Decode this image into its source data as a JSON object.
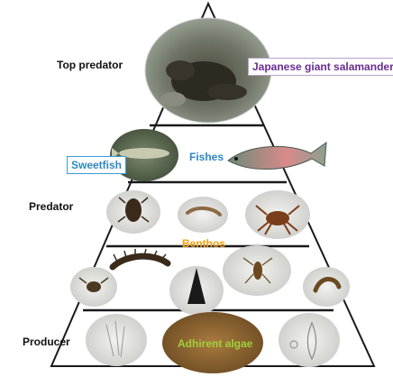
{
  "levels": {
    "top_predator": "Top predator",
    "predator": "Predator",
    "producer": "Producer"
  },
  "organisms": {
    "salamander": "Japanese giant salamander",
    "sweetfish": "Sweetfish",
    "fishes": "Fishes",
    "benthos": "Benthos",
    "algae": "Adhirent algae"
  },
  "colors": {
    "outline": "#1a1a1a",
    "salamander_label": "#6a2c91",
    "fish_label": "#2e86c1",
    "benthos_label": "#f2a20f",
    "algae_label": "#9fd13b"
  }
}
